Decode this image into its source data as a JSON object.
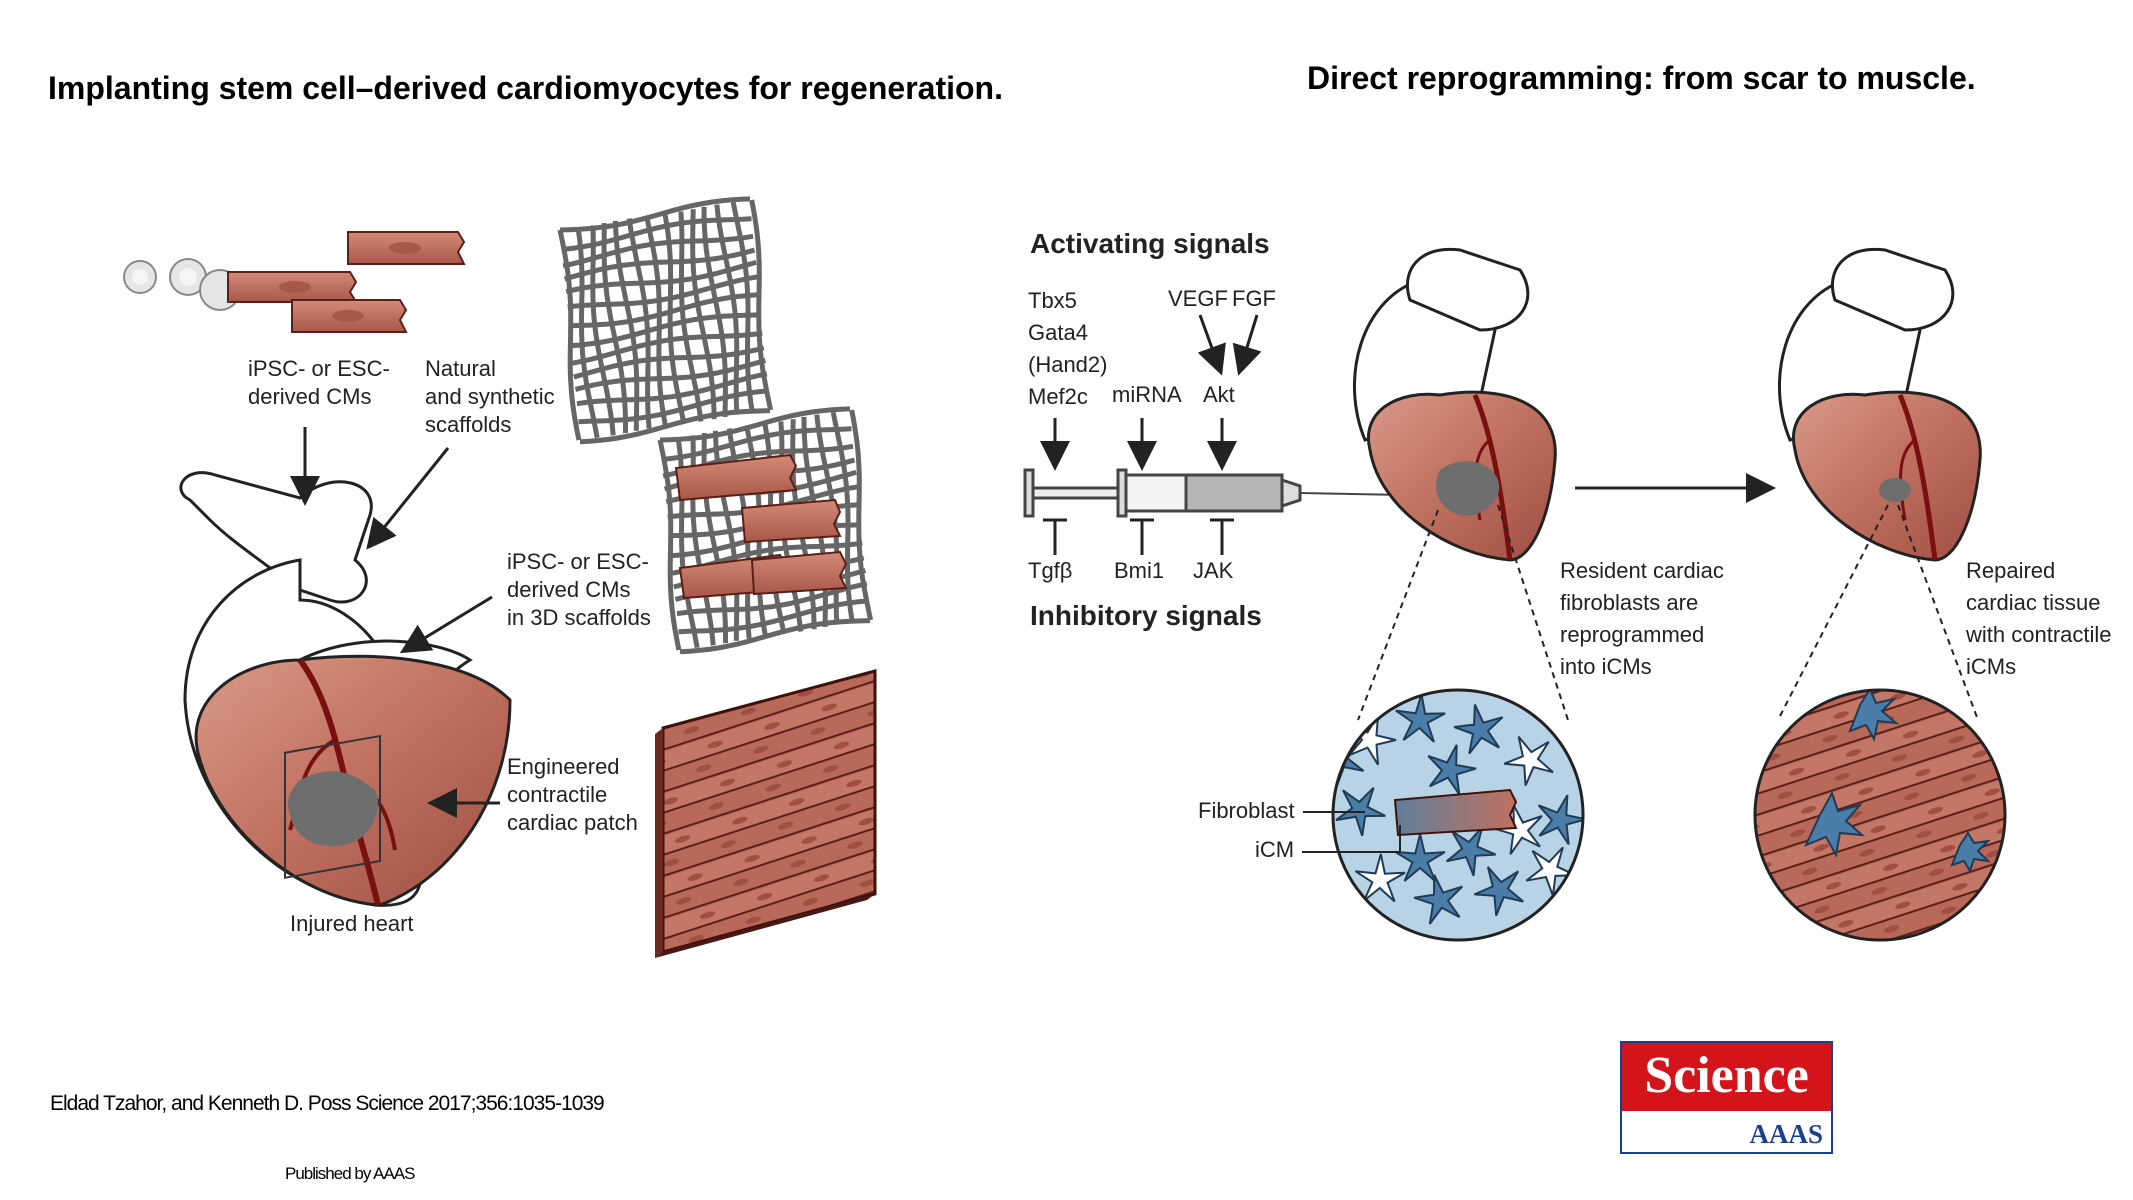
{
  "left_panel": {
    "title": "Implanting stem cell–derived cardiomyocytes for regeneration.",
    "labels": {
      "ipsc_cms": [
        "iPSC- or ESC-",
        "derived CMs"
      ],
      "scaffolds": [
        "Natural",
        "and synthetic",
        "scaffolds"
      ],
      "ipsc_3d": [
        "iPSC- or ESC-",
        "derived CMs",
        "in 3D scaffolds"
      ],
      "patch": [
        "Engineered",
        "contractile",
        "cardiac patch"
      ],
      "injured_heart": "Injured heart"
    }
  },
  "right_panel": {
    "title": "Direct reprogramming: from scar to muscle.",
    "activating_header": "Activating signals",
    "inhibitory_header": "Inhibitory signals",
    "activating": {
      "col1": [
        "Tbx5",
        "Gata4",
        "(Hand2)",
        "Mef2c"
      ],
      "col2": "miRNA",
      "col3_top": [
        "VEGF",
        "FGF"
      ],
      "col3": "Akt"
    },
    "inhibitory": [
      "Tgfβ",
      "Bmi1",
      "JAK"
    ],
    "resident_text": [
      "Resident cardiac",
      "fibroblasts are",
      "reprogrammed",
      "into iCMs"
    ],
    "repaired_text": [
      "Repaired",
      "cardiac tissue",
      "with contractile",
      "iCMs"
    ],
    "fibroblast_label": "Fibroblast",
    "icm_label": "iCM"
  },
  "footer": {
    "citation": "Eldad Tzahor, and Kenneth D. Poss Science 2017;356:1035-1039",
    "published": "Published by AAAS",
    "logo_top": "Science",
    "logo_bottom": "AAAS"
  },
  "colors": {
    "muscle": "#c0705f",
    "muscle_dark": "#7a2d25",
    "scar": "#6e6e6e",
    "fibroblast": "#4a7ea8",
    "fibro_light": "#b9d3e6",
    "brand_red": "#d4141b",
    "brand_blue": "#1b3f8f"
  }
}
